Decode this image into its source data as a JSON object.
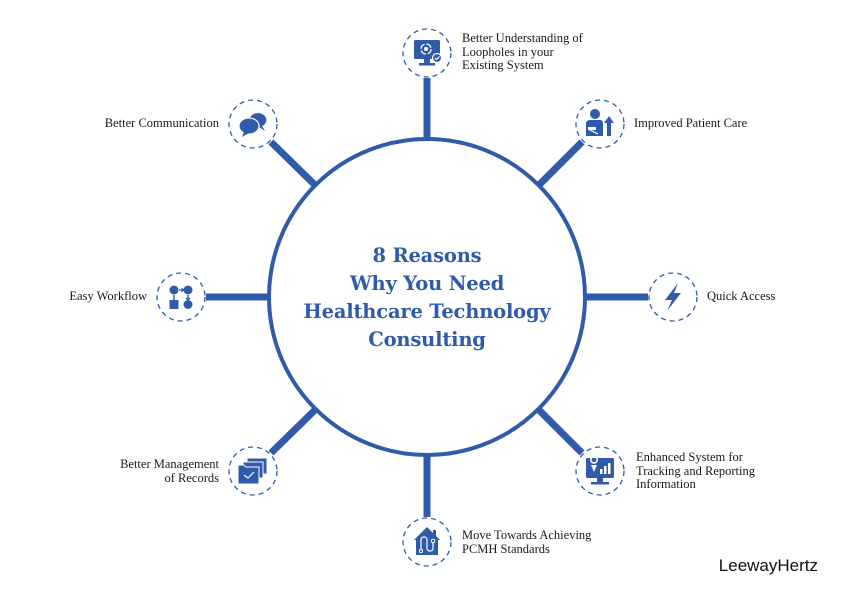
{
  "theme": {
    "accent": "#2F5BAA",
    "text": "#1a1a1a",
    "background": "#ffffff"
  },
  "title": {
    "lines": [
      "8 Reasons",
      "Why You Need",
      "Healthcare Technology",
      "Consulting"
    ]
  },
  "reasons": [
    {
      "position": "top",
      "icon": "monitor-refresh-check-icon",
      "lines": [
        "Better Understanding of",
        "Loopholes in your",
        "Existing System"
      ]
    },
    {
      "position": "top-right",
      "icon": "patient-improvement-icon",
      "lines": [
        "Improved Patient Care"
      ]
    },
    {
      "position": "right",
      "icon": "lightning-bolt-icon",
      "lines": [
        "Quick Access"
      ]
    },
    {
      "position": "bottom-right",
      "icon": "monitor-location-chart-icon",
      "lines": [
        "Enhanced System for",
        "Tracking and Reporting",
        "Information"
      ]
    },
    {
      "position": "bottom",
      "icon": "house-stethoscope-icon",
      "lines": [
        "Move Towards Achieving",
        "PCMH Standards"
      ]
    },
    {
      "position": "bottom-left",
      "icon": "folders-check-icon",
      "lines": [
        "Better Management",
        "of Records"
      ]
    },
    {
      "position": "left",
      "icon": "workflow-icon",
      "lines": [
        "Easy Workflow"
      ]
    },
    {
      "position": "top-left",
      "icon": "chat-bubbles-icon",
      "lines": [
        "Better Communication"
      ]
    }
  ],
  "brand": {
    "name": "LeewayHertz"
  }
}
